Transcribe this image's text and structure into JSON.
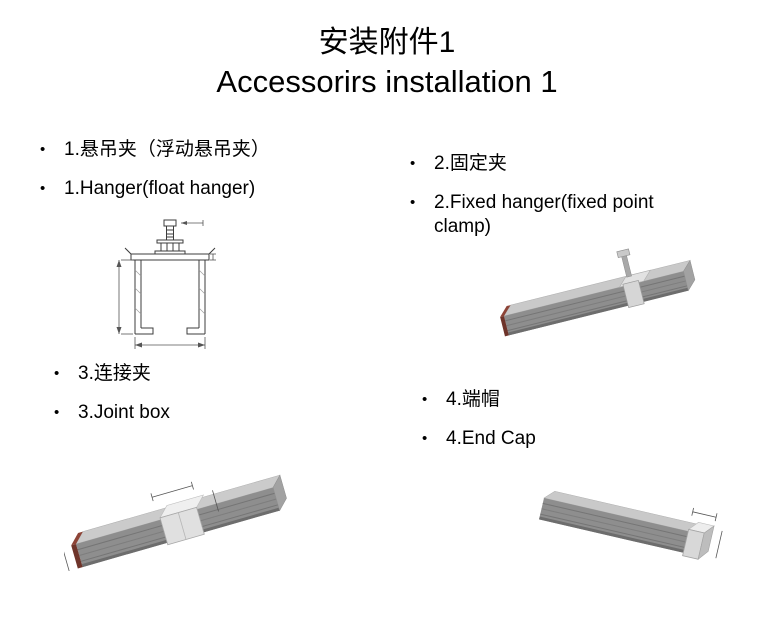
{
  "slide": {
    "title_zh": "安装附件1",
    "title_en": "Accessorirs installation 1"
  },
  "bullet_char": "•",
  "items": [
    {
      "zh": "1.悬吊夹（浮动悬吊夹）",
      "en": "1.Hanger(float hanger)",
      "image_name": "hanger-float-hanger-drawing"
    },
    {
      "zh": "2.固定夹",
      "en": "2.Fixed hanger(fixed point clamp)",
      "image_name": "fixed-hanger-photo"
    },
    {
      "zh": "3.连接夹",
      "en": "3.Joint box",
      "image_name": "joint-box-photo"
    },
    {
      "zh": "4.端帽",
      "en": "4.End Cap",
      "image_name": "end-cap-photo"
    }
  ]
}
